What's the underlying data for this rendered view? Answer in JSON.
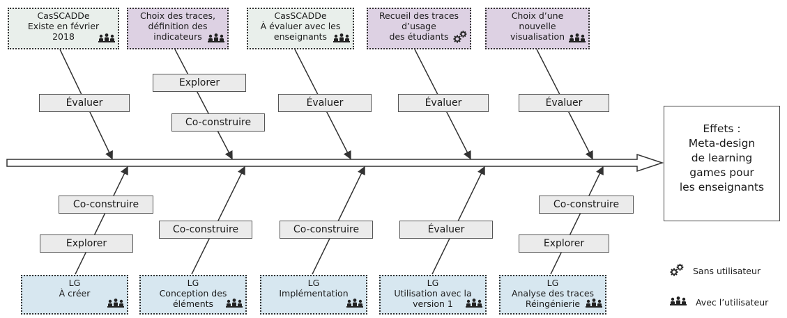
{
  "top_boxes": [
    {
      "text": "CasSCADDe\nExiste en février\n2018",
      "icon": "user-group-icon",
      "color": "#e9efeb"
    },
    {
      "text": "Choix des traces,\ndéfinition des\nindicateurs",
      "icon": "user-group-icon",
      "color": "#ddd1e3"
    },
    {
      "text": "CasSCADDe\nÀ évaluer avec les\nenseignants",
      "icon": "user-group-icon",
      "color": "#e9efeb"
    },
    {
      "text": "Recueil des traces\nd’usage\ndes étudiants",
      "icon": "gears-icon",
      "color": "#ddd1e3"
    },
    {
      "text": "Choix d’une\nnouvelle\nvisualisation",
      "icon": "user-group-icon",
      "color": "#ddd1e3"
    }
  ],
  "bottom_boxes": [
    {
      "text": "LG\nÀ créer",
      "icon": "user-group-icon"
    },
    {
      "text": "LG\nConception des\néléments",
      "icon": "user-group-icon"
    },
    {
      "text": "LG\nImplémentation",
      "icon": "user-group-icon"
    },
    {
      "text": "LG\nUtilisation avec la\nversion 1",
      "icon": "user-group-icon"
    },
    {
      "text": "LG\nAnalyse des traces\nRéingénierie",
      "icon": "user-group-icon"
    }
  ],
  "top_labels": [
    "Évaluer",
    "Explorer",
    "Co-construire",
    "Évaluer",
    "Évaluer",
    "Évaluer"
  ],
  "bottom_labels": [
    "Co-construire",
    "Explorer",
    "Co-construire",
    "Co-construire",
    "Évaluer",
    "Co-construire",
    "Explorer"
  ],
  "effects_text": "Effets :\nMeta-design\nde learning\ngames pour\nles enseignants",
  "legend": [
    {
      "icon": "gears-icon",
      "text": "Sans utilisateur"
    },
    {
      "icon": "user-group-icon",
      "text": "Avec l’utilisateur"
    }
  ],
  "colors": {
    "top_green": "#e9efeb",
    "top_purple": "#ddd1e3",
    "bottom_blue": "#d7e7f0",
    "label_gray": "#ebebeb"
  }
}
